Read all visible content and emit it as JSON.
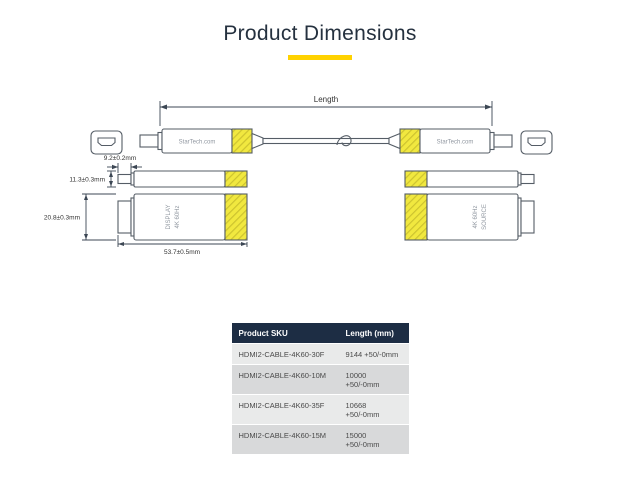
{
  "title": "Product Dimensions",
  "accent_color": "#ffd200",
  "diagram": {
    "length_label": "Length",
    "tip_length": "9.2±0.2mm",
    "body_height": "11.3±0.3mm",
    "body_width": "20.8±0.3mm",
    "connector_length": "53.7±0.5mm",
    "brand": "StarTech.com",
    "display_label": "DISPLAY",
    "display_sub": "4K 60Hz",
    "source_label": "SOURCE",
    "source_sub": "4K 60Hz",
    "band_color": "#f1e83f",
    "line_color": "#3c4754"
  },
  "table": {
    "header_bg": "#1d2d44",
    "headers": [
      "Product SKU",
      "Length (mm)"
    ],
    "rows": [
      [
        "HDMI2-CABLE-4K60-30F",
        "9144 +50/-0mm"
      ],
      [
        "HDMI2-CABLE-4K60-10M",
        "10000 +50/-0mm"
      ],
      [
        "HDMI2-CABLE-4K60-35F",
        "10668 +50/-0mm"
      ],
      [
        "HDMI2-CABLE-4K60-15M",
        "15000 +50/-0mm"
      ]
    ]
  }
}
